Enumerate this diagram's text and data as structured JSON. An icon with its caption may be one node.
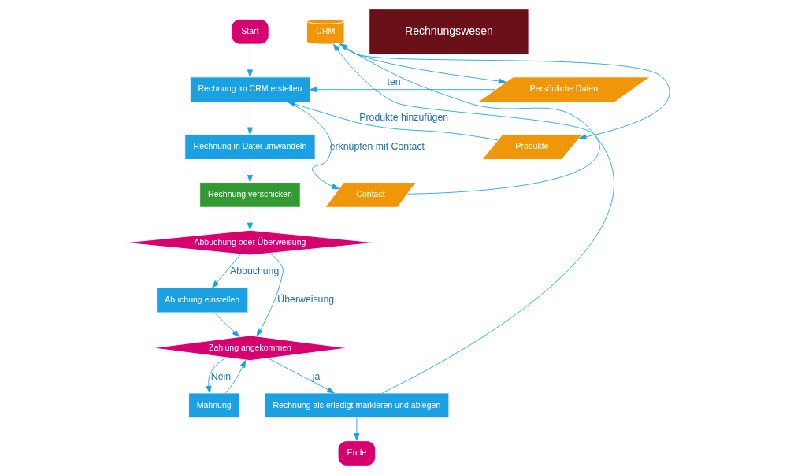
{
  "diagram": {
    "nodes": [
      {
        "text": [
          "Start"
        ]
      },
      {
        "text": [
          "Rechnung im CRM erstellen"
        ]
      },
      {
        "text": [
          "Rechnung in Datei umwandeln"
        ]
      },
      {
        "text": [
          "Rechnung verschicken"
        ]
      },
      {
        "text": [
          "Abbuchung oder Überweisung"
        ]
      },
      {
        "text": [
          "Abuchung einstellen"
        ]
      },
      {
        "text": [
          "Mahnung"
        ]
      },
      {
        "text": [
          "Zahlung angekommen"
        ]
      },
      {
        "text": [
          "Rechnung als erledigt markieren und ablegen"
        ]
      },
      {
        "text": [
          "Ende"
        ]
      },
      {
        "text": [
          "Persönliche Daten"
        ]
      },
      {
        "text": [
          "Produkte"
        ]
      },
      {
        "text": [
          "Contact"
        ]
      },
      {
        "text": [
          "CRM"
        ]
      },
      {
        "text": [
          "Rechnungswesen"
        ]
      }
    ],
    "edges": [
      {
        "from": 0,
        "to": 1,
        "arrow": "to"
      },
      {
        "from": 1,
        "to": 2,
        "arrow": "to"
      },
      {
        "from": 2,
        "to": 3,
        "arrow": "to"
      },
      {
        "from": 3,
        "to": 4,
        "arrow": "to"
      },
      {
        "from": 4,
        "to": 5,
        "arrow": "to",
        "label": "Abbuchung"
      },
      {
        "from": 4,
        "to": 7,
        "arrow": "to",
        "label": "Überweisung"
      },
      {
        "from": 5,
        "to": 7,
        "arrow": "to"
      },
      {
        "from": 7,
        "to": 6,
        "arrow": "to",
        "label": "Nein"
      },
      {
        "from": 6,
        "to": 7,
        "arrow": "to"
      },
      {
        "from": 7,
        "to": 8,
        "arrow": "to",
        "label": "ja"
      },
      {
        "from": 8,
        "to": 9,
        "arrow": "to"
      },
      {
        "from": 8,
        "to": 13,
        "arrow": "to"
      },
      {
        "from": 12,
        "to": 13,
        "arrow": "to"
      },
      {
        "from": 13,
        "to": 11,
        "arrow": "to"
      },
      {
        "from": 13,
        "to": 10,
        "arrow": "to"
      },
      {
        "from": 11,
        "to": 1,
        "arrow": "to",
        "label": "Produkte hinzufügen"
      },
      {
        "from": 10,
        "to": 1,
        "arrow": "to",
        "label": "ten"
      },
      {
        "from": 1,
        "to": 12,
        "arrow": "to",
        "label": "erknüpfen mit Contact"
      }
    ]
  }
}
